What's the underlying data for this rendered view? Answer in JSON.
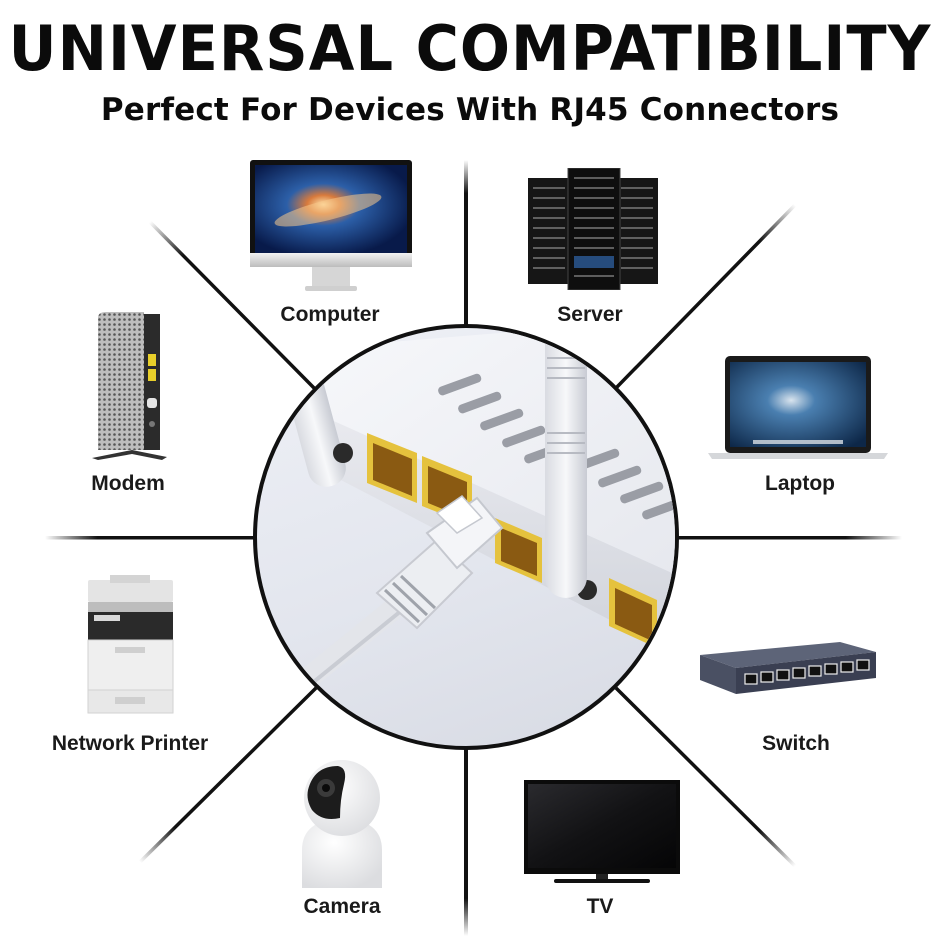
{
  "header": {
    "title": "UNIVERSAL COMPATIBILITY",
    "subtitle": "Perfect For Devices With RJ45 Connectors"
  },
  "hub": {
    "subject": "router-with-ethernet-cable",
    "port_color": "#e9c845",
    "device_color": "#f2f3f6"
  },
  "devices": [
    {
      "label": "Computer",
      "icon": "desktop-monitor-icon"
    },
    {
      "label": "Server",
      "icon": "server-rack-icon"
    },
    {
      "label": "Modem",
      "icon": "modem-icon"
    },
    {
      "label": "Laptop",
      "icon": "laptop-icon"
    },
    {
      "label": "Network Printer",
      "icon": "printer-icon"
    },
    {
      "label": "Switch",
      "icon": "network-switch-icon"
    },
    {
      "label": "Camera",
      "icon": "security-camera-icon"
    },
    {
      "label": "TV",
      "icon": "tv-icon"
    }
  ],
  "colors": {
    "text": "#111111",
    "lines": "#111111",
    "background": "#ffffff"
  }
}
